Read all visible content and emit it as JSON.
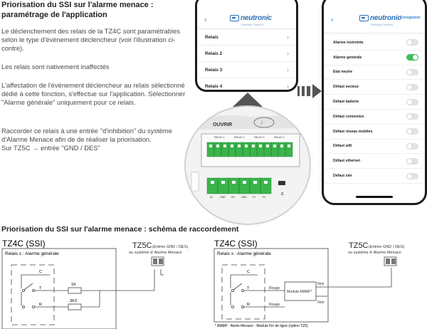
{
  "header": {
    "title": "Priorisation du SSI sur l'alarme menace : paramétrage de l'application"
  },
  "paragraphs": [
    "Le déclenchement des relais de la TZ4C sont paramétrables selon le type d'évènement déclencheur (voir l'illustration ci-contre).",
    "Les relais sont nativement inaffectés",
    "L'affectation de l'évènement déclencheur au relais sélectionné dédié à cette fonction, s'effectue sur l'application. Sélectionner \"Alarme générale\" uniquement pour ce relais.",
    "Raccorder ce relais à une entrée \"d'inhibition\" du système d'Alarme Menace afin de de réaliser la priorisation.",
    "Sur TZ5C → entrée \"GND / DES\""
  ],
  "phone1": {
    "back": "‹",
    "logo": "neutronic",
    "logo_sub": "Serenity Connect",
    "rows": [
      {
        "label": "Relais"
      },
      {
        "label": "Relais 2"
      },
      {
        "label": "Relais 3"
      },
      {
        "label": "Relais 4"
      }
    ]
  },
  "phone2": {
    "back": "‹",
    "logo": "neutronic",
    "logo_sub": "Serenity Connect",
    "save": "Enregistrer",
    "options": [
      {
        "label": "Alarme restreinte",
        "on": false
      },
      {
        "label": "Alarme générale",
        "on": true
      },
      {
        "label": "Etat neutre",
        "on": false
      },
      {
        "label": "Défaut secteur",
        "on": false
      },
      {
        "label": "Défaut batterie",
        "on": false
      },
      {
        "label": "Défaut connexion",
        "on": false
      },
      {
        "label": "Défaut réseau mobiles",
        "on": false
      },
      {
        "label": "Défaut wifi",
        "on": false
      },
      {
        "label": "Défaut ethernet",
        "on": false
      },
      {
        "label": "Défaut sim",
        "on": false
      }
    ]
  },
  "device": {
    "ouvrir": "OUVRIR",
    "relays": [
      "RELAY 1",
      "RELAY 2",
      "RELAY 3",
      "RELAY 4"
    ],
    "relay_pins": "C R T",
    "bottom_labels": [
      "IN",
      "GND",
      "EH",
      "GND",
      "F1",
      "F2"
    ],
    "side_label": "C"
  },
  "section2": {
    "title": "Priorisation du SSI sur l'alarme menace : schéma de raccordement"
  },
  "diagram_left": {
    "tz4c": "TZ4C (SSI)",
    "relais": "Relais x : Alarme générale",
    "c": "C",
    "t": "T",
    "r": "R",
    "r1": "1K",
    "r2": "3K3",
    "tz5c": "TZ5C",
    "tz5c_paren": "(Entrée GND / DES)",
    "tz5c_sub": "ou système d' Alarme Menace"
  },
  "diagram_right": {
    "tz4c": "TZ4C (SSI)",
    "relais": "Relais x : Alarme générale",
    "c": "C",
    "t": "T",
    "r": "R",
    "rouge1": "Rouge",
    "rouge2": "Rouge",
    "noir1": "Noir",
    "noir2": "Noir",
    "module": "Module AMMF*",
    "tz5c": "TZ5C",
    "tz5c_paren": "(Entrée GND / DES)",
    "tz5c_sub": "ou système d' Alarme Menace",
    "footnote": "* AMMF : Alerte Menace - Module Fin de ligne (option TZ5)"
  },
  "colors": {
    "toggle_on": "#3fbf5a",
    "brand": "#2b6fb5",
    "link": "#2f7fd0"
  }
}
